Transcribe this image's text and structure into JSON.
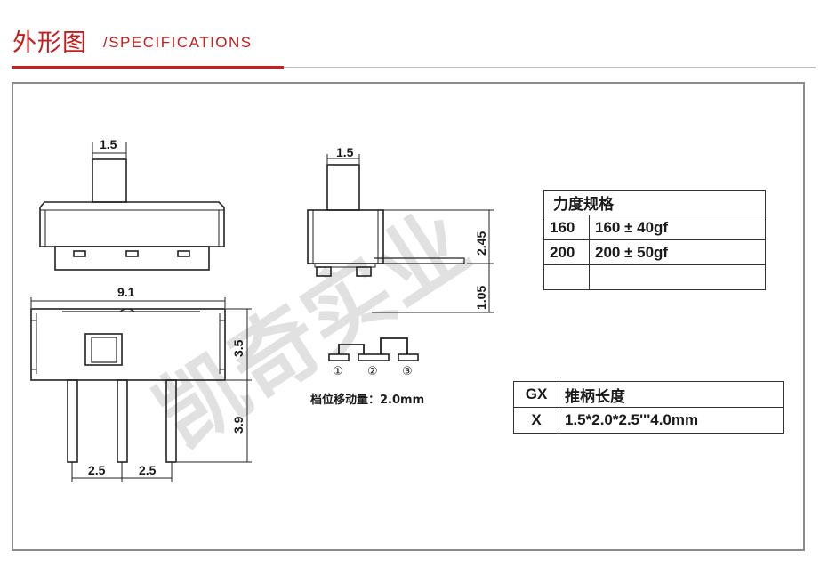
{
  "header": {
    "title_cn": "外形图",
    "title_en": "/SPECIFICATIONS",
    "accent_color": "#c0201e"
  },
  "drawing": {
    "dimensions": {
      "front_handle_width": "1.5",
      "body_length": "9.1",
      "body_height": "3.5",
      "pin_length": "3.9",
      "pitch_left": "2.5",
      "pitch_right": "2.5",
      "side_handle_width": "1.5",
      "handle_height": "2.45",
      "standoff": "1.05"
    },
    "pins": [
      "①",
      "②",
      "③"
    ],
    "travel_label": "档位移动量：2.0mm",
    "watermark": "凯奇实业"
  },
  "force_table": {
    "header": "力度规格",
    "rows": [
      {
        "code": "160",
        "value": "160 ± 40gf"
      },
      {
        "code": "200",
        "value": "200 ± 50gf"
      },
      {
        "code": "",
        "value": ""
      }
    ]
  },
  "gx_table": {
    "header_code": "GX",
    "header_label": "推柄长度",
    "rows": [
      {
        "code": "X",
        "value": "1.5*2.0*2.5'''4.0mm"
      }
    ]
  }
}
